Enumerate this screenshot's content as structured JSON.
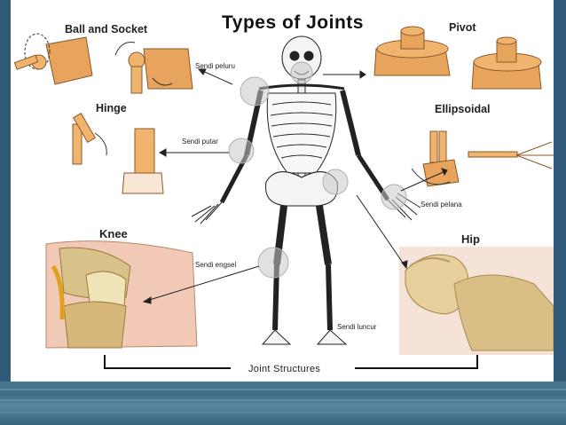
{
  "title": "Types of Joints",
  "sections": {
    "ball_and_socket": "Ball and Socket",
    "pivot": "Pivot",
    "hinge": "Hinge",
    "ellipsoidal": "Ellipsoidal",
    "knee": "Knee",
    "hip": "Hip"
  },
  "callouts": {
    "peluru": "Sendi peluru",
    "putar": "Sendi putar",
    "pelana": "Sendi pelana",
    "engsel": "Sendi engsel",
    "luncur": "Sendi luncur"
  },
  "footer": "Joint Structures",
  "colors": {
    "frame": "#2f5a78",
    "bone": "#f4f4f4",
    "wood": "#e8a35d",
    "highlight": "#c8c8c8"
  }
}
